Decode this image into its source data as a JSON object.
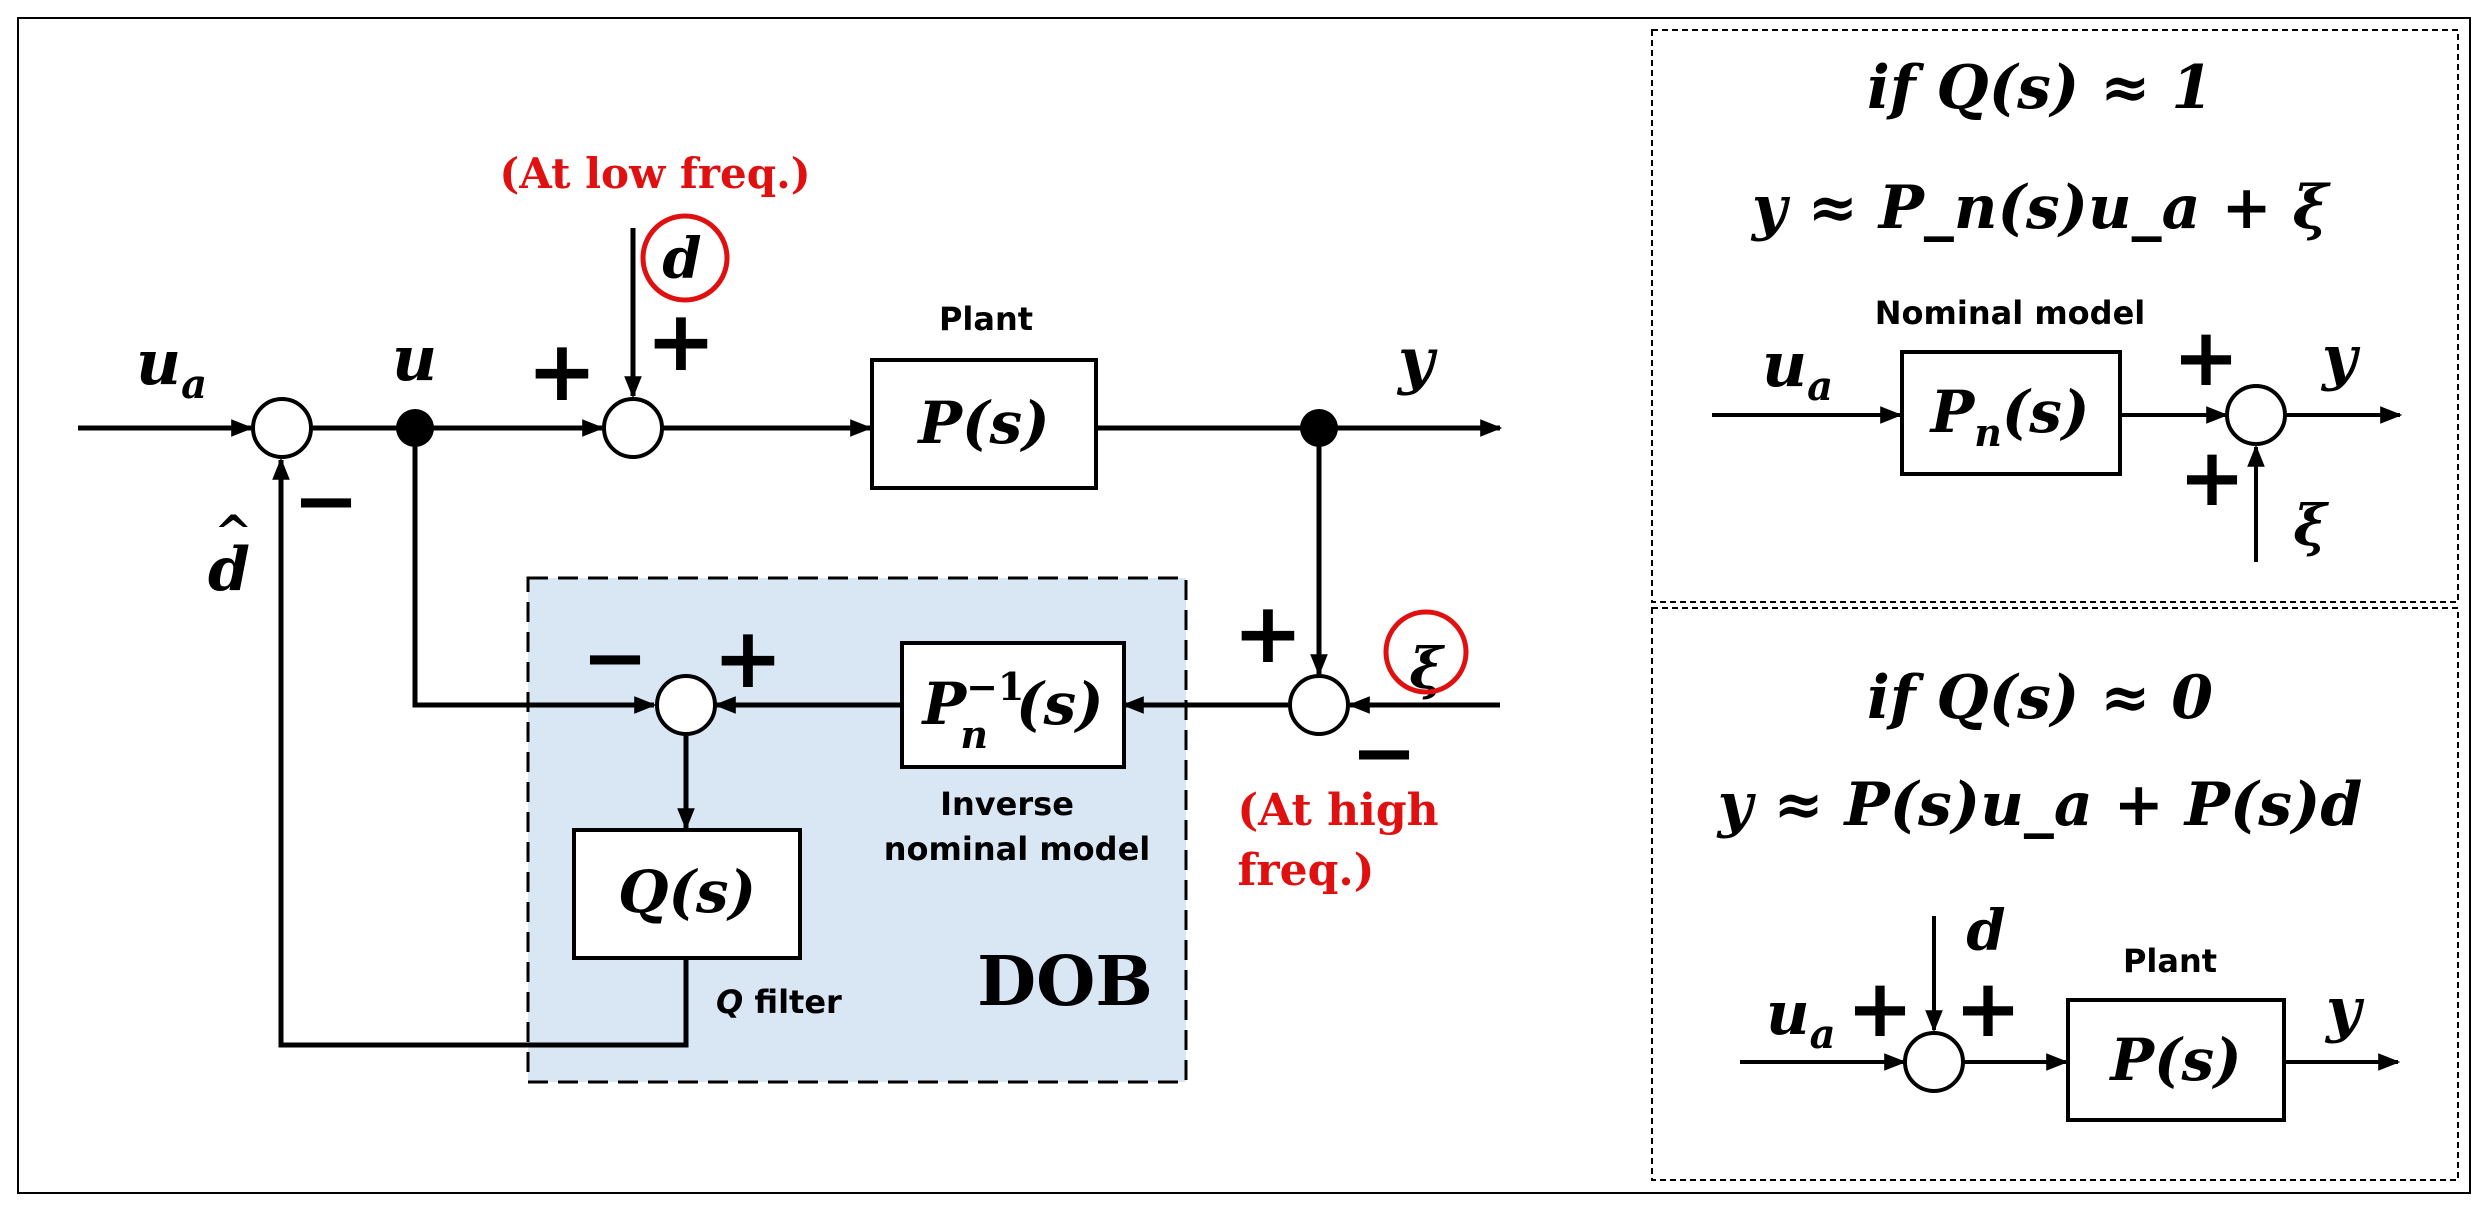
{
  "main": {
    "low_freq_note": "(At low freq.)",
    "high_freq_note_1": "(At high",
    "high_freq_note_2": "freq.)",
    "plant_label": "Plant",
    "plant_block": "P(s)",
    "inverse_block_base": "P",
    "inverse_block_sup": "−1",
    "inverse_block_sub": "n",
    "inverse_block_tail": "(s)",
    "inverse_label_1": "Inverse",
    "inverse_label_2": "nominal model",
    "q_block": "Q(s)",
    "q_label_q": "Q",
    "q_label_rest": " filter",
    "dob_label": "DOB",
    "signal_ua_base": "u",
    "signal_ua_sub": "a",
    "signal_u": "u",
    "signal_y": "y",
    "signal_d": "d",
    "signal_dhat": "d",
    "signal_dhat_accent": "^",
    "signal_xi": "ξ",
    "plus": "+",
    "minus": "−"
  },
  "top_panel": {
    "condition": "if Q(s) ≈ 1",
    "equation": "y ≈ P_n(s)u_a + ξ",
    "model_label": "Nominal model",
    "block_base": "P",
    "block_sub": "n",
    "block_tail": "(s)",
    "signal_ua_base": "u",
    "signal_ua_sub": "a",
    "signal_y": "y",
    "signal_xi": "ξ"
  },
  "bottom_panel": {
    "condition": "if Q(s) ≈ 0",
    "equation": "y ≈ P(s)u_a + P(s)d",
    "plant_label": "Plant",
    "block": "P(s)",
    "signal_ua_base": "u",
    "signal_ua_sub": "a",
    "signal_y": "y",
    "signal_d": "d"
  },
  "colors": {
    "dob_fill": "#d9e6f4",
    "highlight_red": "#e01010"
  }
}
